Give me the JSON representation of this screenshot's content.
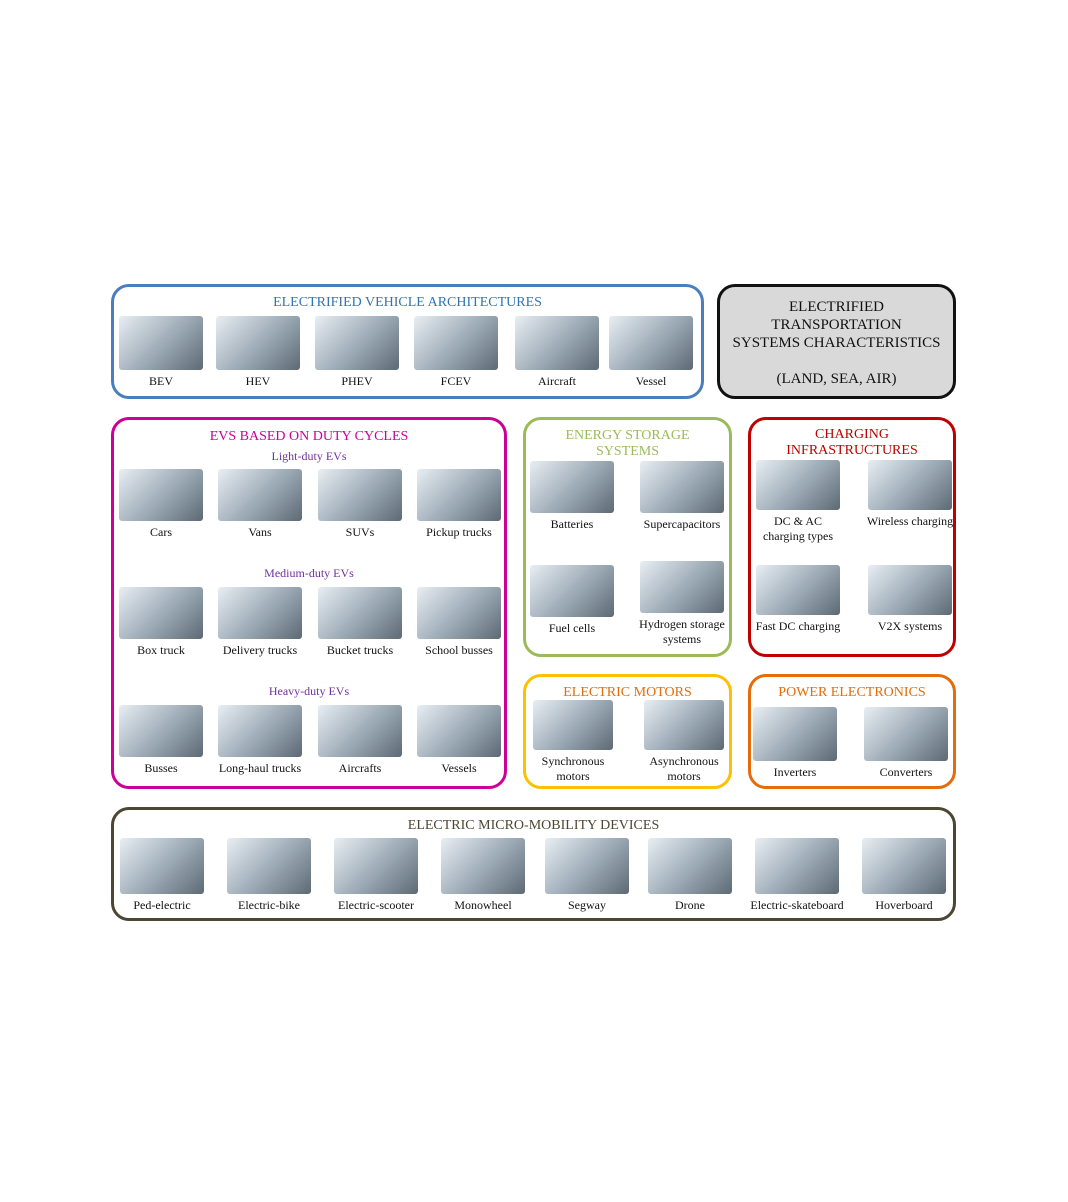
{
  "colors": {
    "architectures": "#4a7ebf",
    "duty": "#cc0099",
    "duty_sub": "#7030a0",
    "energy": "#9bbb59",
    "charging": "#c00000",
    "motors": "#ffc000",
    "motors_title": "#e46c0a",
    "power": "#e46c0a",
    "micro": "#4d4632",
    "characteristics_fill": "#d9d9d9"
  },
  "architectures": {
    "title": "ELECTRIFIED VEHICLE ARCHITECTURES",
    "items": [
      "BEV",
      "HEV",
      "PHEV",
      "FCEV",
      "Aircraft",
      "Vessel"
    ]
  },
  "characteristics": {
    "line1": "ELECTRIFIED",
    "line2": "TRANSPORTATION",
    "line3": "SYSTEMS CHARACTERISTICS",
    "line4": "(LAND, SEA, AIR)"
  },
  "duty": {
    "title": "EVS BASED ON DUTY CYCLES",
    "light": {
      "subtitle": "Light-duty EVs",
      "items": [
        "Cars",
        "Vans",
        "SUVs",
        "Pickup trucks"
      ]
    },
    "medium": {
      "subtitle": "Medium-duty EVs",
      "items": [
        "Box truck",
        "Delivery trucks",
        "Bucket trucks",
        "School busses"
      ]
    },
    "heavy": {
      "subtitle": "Heavy-duty EVs",
      "items": [
        "Busses",
        "Long-haul trucks",
        "Aircrafts",
        "Vessels"
      ]
    }
  },
  "energy": {
    "title": "ENERGY STORAGE SYSTEMS",
    "items": [
      "Batteries",
      "Supercapacitors",
      "Fuel cells",
      "Hydrogen storage systems"
    ]
  },
  "charging": {
    "title": "CHARGING INFRASTRUCTURES",
    "items": [
      "DC & AC charging types",
      "Wireless charging",
      "Fast DC charging",
      "V2X systems"
    ]
  },
  "motors": {
    "title": "ELECTRIC MOTORS",
    "items": [
      "Synchronous motors",
      "Asynchronous motors"
    ]
  },
  "power": {
    "title": "POWER ELECTRONICS",
    "items": [
      "Inverters",
      "Converters"
    ]
  },
  "micro": {
    "title": "ELECTRIC MICRO-MOBILITY DEVICES",
    "items": [
      "Ped-electric",
      "Electric-bike",
      "Electric-scooter",
      "Monowheel",
      "Segway",
      "Drone",
      "Electric-skateboard",
      "Hoverboard"
    ]
  }
}
